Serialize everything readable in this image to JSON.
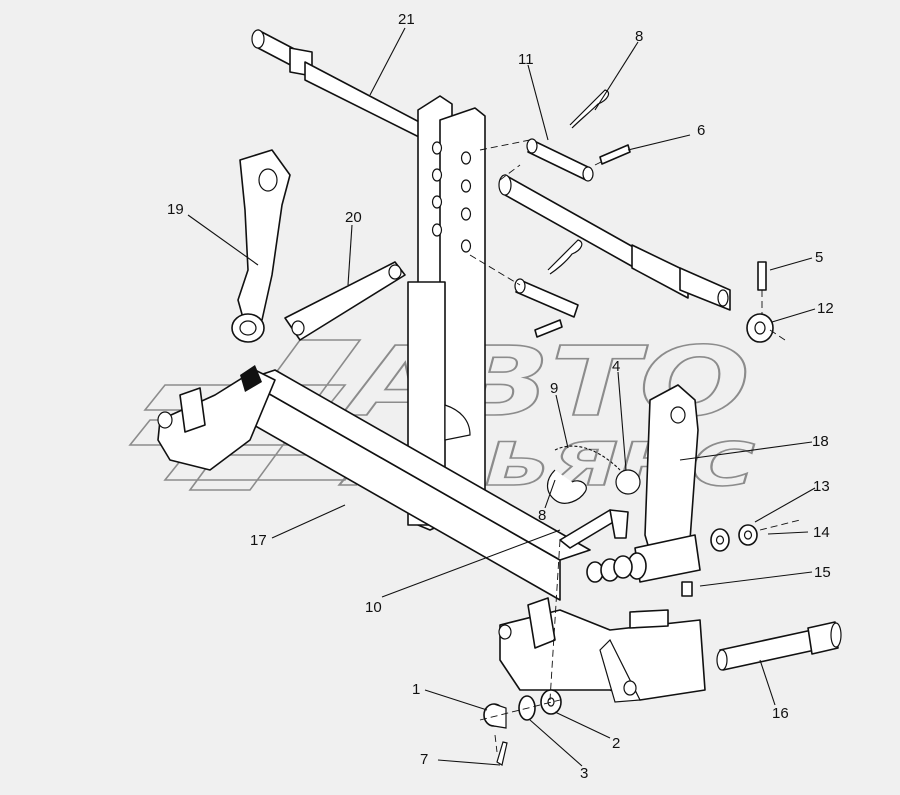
{
  "watermark": {
    "line1": "АВТО",
    "line2": "АЛЬЯНС"
  },
  "callouts": [
    {
      "id": "c21",
      "label": "21"
    },
    {
      "id": "c11",
      "label": "11"
    },
    {
      "id": "c8a",
      "label": "8"
    },
    {
      "id": "c6",
      "label": "6"
    },
    {
      "id": "c19",
      "label": "19"
    },
    {
      "id": "c20",
      "label": "20"
    },
    {
      "id": "c5",
      "label": "5"
    },
    {
      "id": "c12",
      "label": "12"
    },
    {
      "id": "c9",
      "label": "9"
    },
    {
      "id": "c4",
      "label": "4"
    },
    {
      "id": "c18",
      "label": "18"
    },
    {
      "id": "c8b",
      "label": "8"
    },
    {
      "id": "c13",
      "label": "13"
    },
    {
      "id": "c14",
      "label": "14"
    },
    {
      "id": "c17",
      "label": "17"
    },
    {
      "id": "c15",
      "label": "15"
    },
    {
      "id": "c10",
      "label": "10"
    },
    {
      "id": "c16",
      "label": "16"
    },
    {
      "id": "c1",
      "label": "1"
    },
    {
      "id": "c2",
      "label": "2"
    },
    {
      "id": "c3",
      "label": "3"
    },
    {
      "id": "c7",
      "label": "7"
    }
  ]
}
